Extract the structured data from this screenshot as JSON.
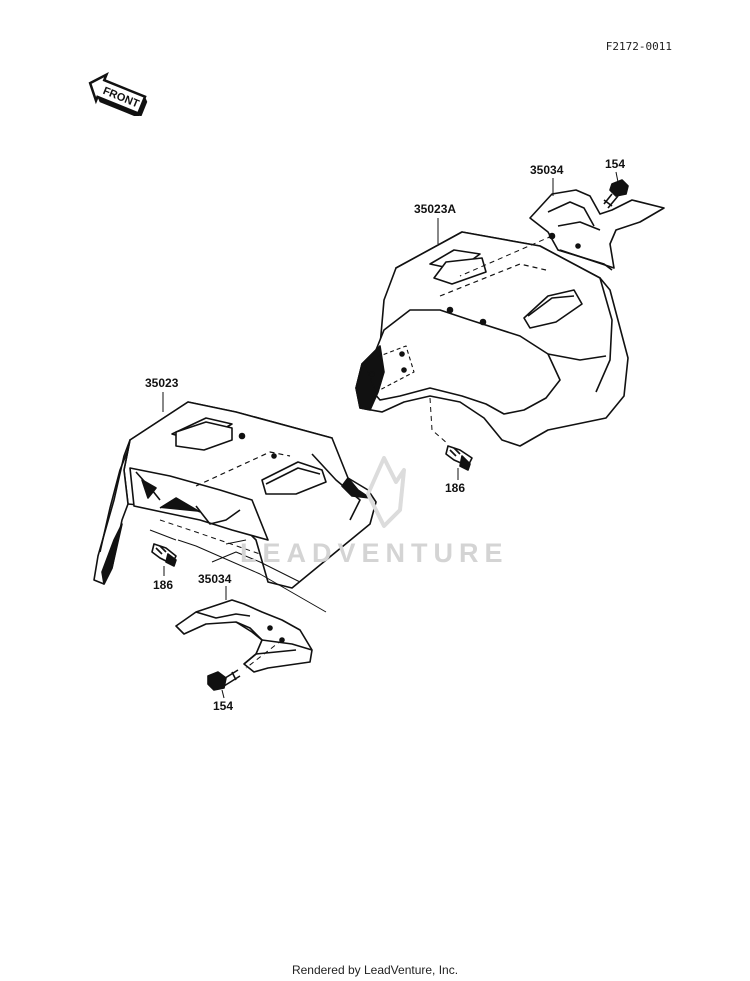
{
  "diagram_code": "F2172-0011",
  "front_badge": "FRONT",
  "watermark": "LEADVENTURE",
  "footer": "Rendered by LeadVenture, Inc.",
  "callouts": {
    "rear_cover": "35023A",
    "rear_guard": "35034",
    "rear_bolt_top": "154",
    "rear_bolt_bottom": "186",
    "front_cover": "35023",
    "front_bolt": "186",
    "front_guard": "35034",
    "front_guard_bolt": "154"
  }
}
